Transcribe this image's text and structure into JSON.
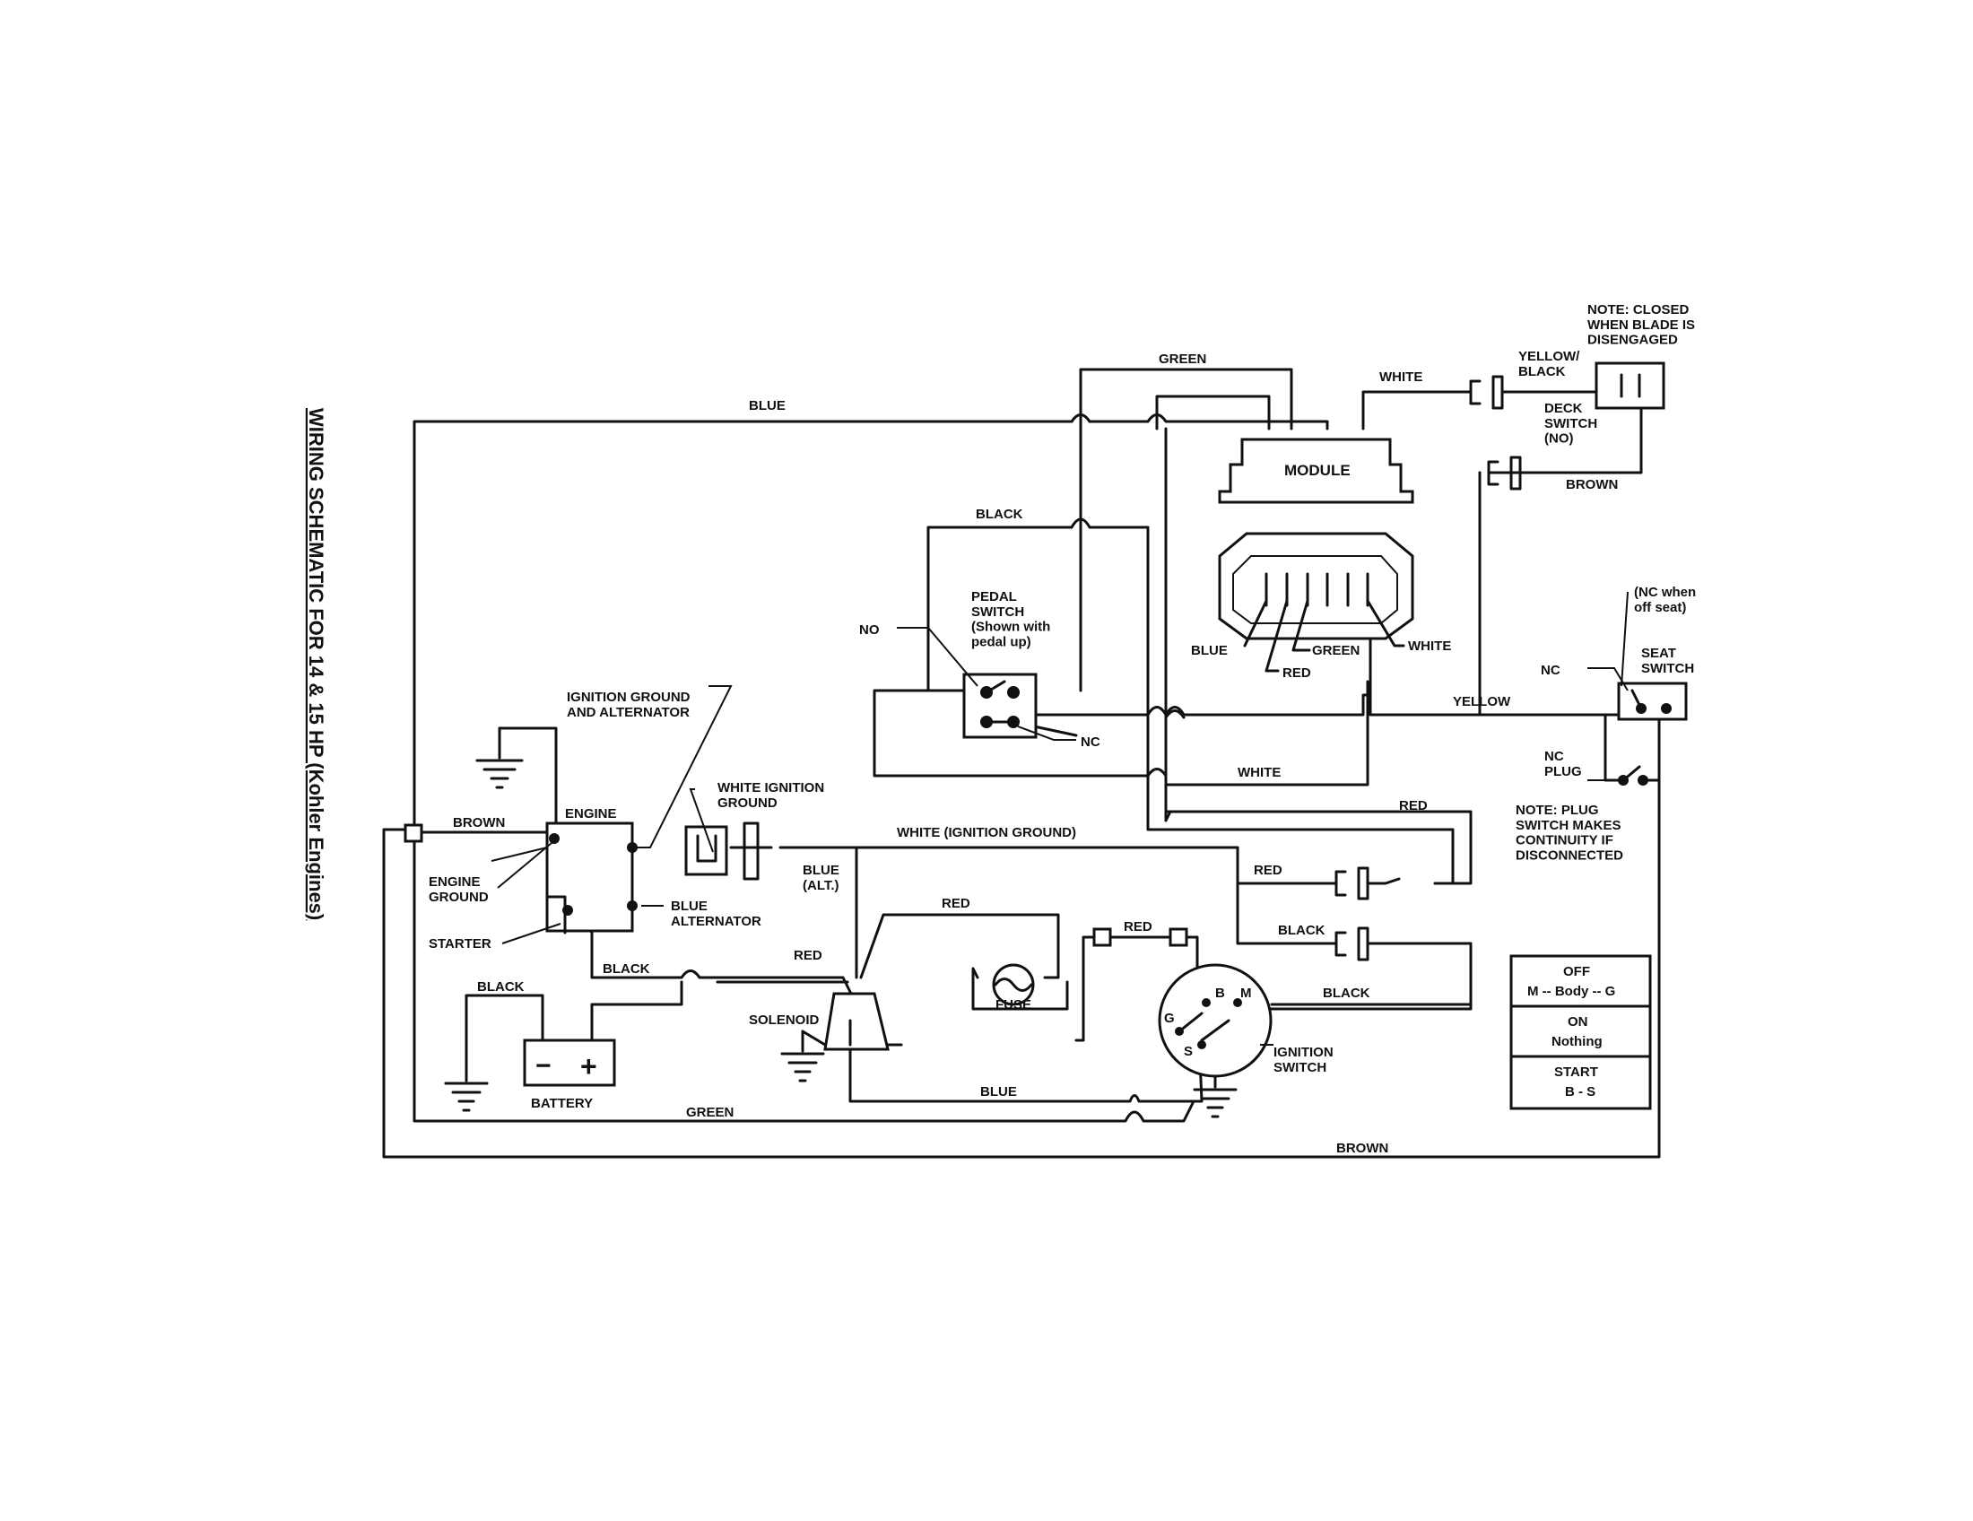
{
  "title": "WIRING SCHEMATIC FOR 14 & 15 HP (Kohler Engines)",
  "colors": {
    "ink": "#111111",
    "paper": "#ffffff"
  },
  "wires": {
    "blue_top": "BLUE",
    "green_top": "GREEN",
    "white_module": "WHITE",
    "yellow_black": "YELLOW/\nBLACK",
    "brown_deck": "BROWN",
    "black_pedal": "BLACK",
    "yellow": "YELLOW",
    "white_mid": "WHITE",
    "red_right": "RED",
    "white_ign_ground": "WHITE (IGNITION GROUND)",
    "red_conn": "RED",
    "black_conn": "BLACK",
    "black_ign": "BLACK",
    "brown_engine": "BROWN",
    "blue_alt": "BLUE\n(ALT.)",
    "red_solenoid_top": "RED",
    "red_solenoid": "RED",
    "red_fuse": "RED",
    "black_starter": "BLACK",
    "black_battery": "BLACK",
    "blue_bottom": "BLUE",
    "green_bottom": "GREEN",
    "brown_bottom": "BROWN"
  },
  "components": {
    "module": "MODULE",
    "module_pins": {
      "blue": "BLUE",
      "red": "RED",
      "green": "GREEN",
      "white": "WHITE"
    },
    "deck_note": "NOTE:  CLOSED\nWHEN BLADE IS\nDISENGAGED",
    "deck_switch": "DECK\nSWITCH\n(NO)",
    "pedal_switch": "PEDAL\nSWITCH\n(Shown with\npedal up)",
    "pedal_no": "NO",
    "pedal_nc": "NC",
    "seat_nc_note": "(NC when\noff seat)",
    "seat_switch": "SEAT\nSWITCH",
    "seat_nc": "NC",
    "nc_plug": "NC\nPLUG",
    "plug_note": "NOTE:  PLUG\nSWITCH MAKES\nCONTINUITY IF\nDISCONNECTED",
    "ign_ground_alt": "IGNITION GROUND\nAND ALTERNATOR",
    "engine": "ENGINE",
    "white_ign_ground_lbl": "WHITE IGNITION\nGROUND",
    "engine_ground": "ENGINE\nGROUND",
    "blue_alternator": "BLUE\nALTERNATOR",
    "starter": "STARTER",
    "battery": "BATTERY",
    "battery_minus": "−",
    "battery_plus": "+",
    "solenoid": "SOLENOID",
    "fuse": "FUSE",
    "ignition_switch": "IGNITION\nSWITCH",
    "ign_b": "B",
    "ign_m": "M",
    "ign_g": "G",
    "ign_s": "S"
  },
  "switch_table": [
    {
      "state": "OFF",
      "contacts": "M -- Body -- G"
    },
    {
      "state": "ON",
      "contacts": "Nothing"
    },
    {
      "state": "START",
      "contacts": "B - S"
    }
  ]
}
